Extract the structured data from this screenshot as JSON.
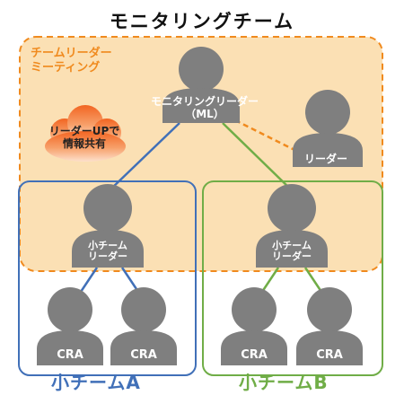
{
  "title": "モニタリングチーム",
  "meeting": {
    "label": "チームリーダー\nミーティング",
    "color": "#f08a1e",
    "fill": "#fbe0b4"
  },
  "info_cloud": {
    "text": "リーダーUPで\n情報共有",
    "color": "#f07a1c"
  },
  "monitoring_leader": {
    "label": "モニタリングリーダー\n（ML）"
  },
  "leader": {
    "label": "リーダー"
  },
  "team_a": {
    "label": "小チームA",
    "color": "#4170b8",
    "sub_leader": "小チーム\nリーダー",
    "members": [
      "CRA",
      "CRA"
    ]
  },
  "team_b": {
    "label": "小チームB",
    "color": "#70ad47",
    "sub_leader": "小チーム\nリーダー",
    "members": [
      "CRA",
      "CRA"
    ]
  },
  "person_color": "#7f7f7f"
}
